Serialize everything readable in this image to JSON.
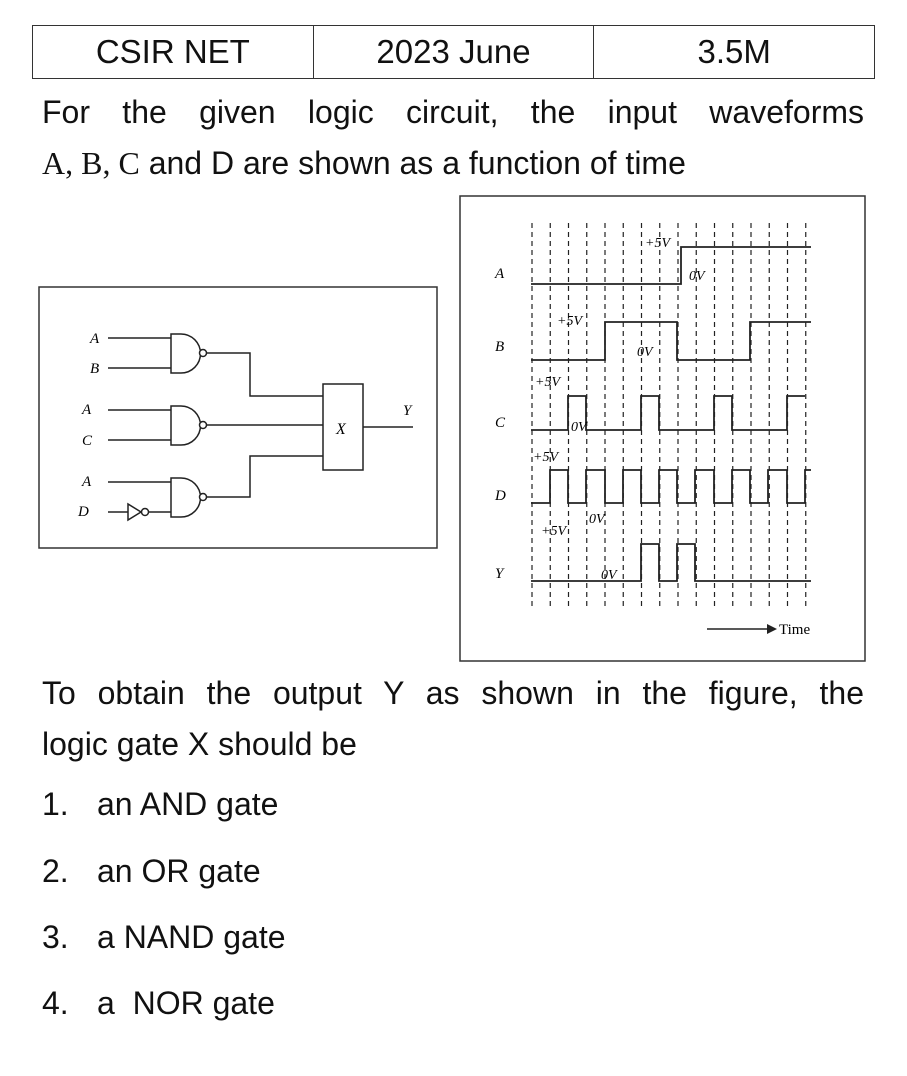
{
  "header": {
    "exam": "CSIR NET",
    "session": "2023 June",
    "marks": "3.5M"
  },
  "question": {
    "line1": "For the given logic circuit, the input waveforms",
    "line2_vars": "A, B, C",
    "line2_rest": " and D are shown as a function of time",
    "line3": "To obtain the output Y as shown in the figure, the",
    "line4": "logic gate X should be"
  },
  "circuit": {
    "inputs": [
      "A",
      "B",
      "A",
      "C",
      "A",
      "D"
    ],
    "gate_label": "X",
    "output_label": "Y"
  },
  "waveforms": {
    "rows": [
      "A",
      "B",
      "C",
      "D",
      "Y"
    ],
    "labels": {
      "a_high": "+5V",
      "a_low": "0V",
      "b_high": "+5V",
      "b_low": "0V",
      "c_high": "+5V",
      "c_low": "0V",
      "d_high": "+5V",
      "d_high2": "+5V",
      "d_low": "0V",
      "y_low": "0V"
    },
    "time_label": "Time"
  },
  "options": [
    {
      "num": "1.",
      "text": "an AND gate"
    },
    {
      "num": "2.",
      "text": "an OR gate"
    },
    {
      "num": "3.",
      "text": "a NAND gate"
    },
    {
      "num": "4.",
      "text": "a  NOR gate"
    }
  ]
}
